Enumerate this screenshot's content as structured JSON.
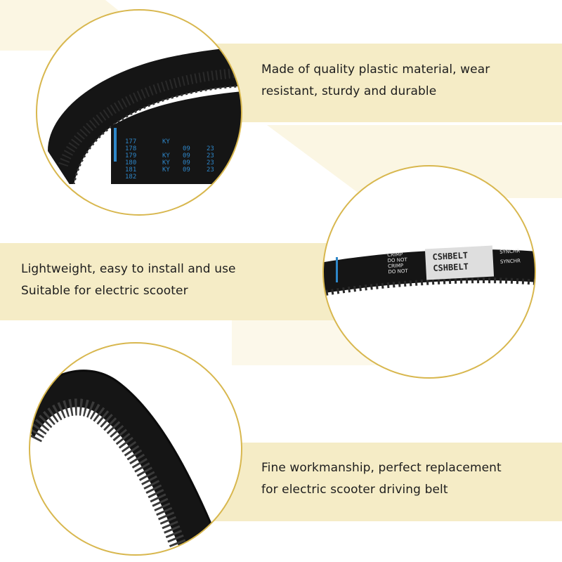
{
  "features": [
    {
      "lines": [
        "Made of quality plastic material, wear",
        "resistant, sturdy and durable"
      ]
    },
    {
      "lines": [
        "Lightweight, easy to install and use",
        "Suitable for electric scooter"
      ]
    },
    {
      "lines": [
        "Fine workmanship, perfect replacement",
        "for electric scooter driving belt"
      ]
    }
  ],
  "belt_print": {
    "numbers": [
      "177",
      "178",
      "179",
      "180",
      "181",
      "182"
    ],
    "code": "KY",
    "batch": "09",
    "suffix": "23",
    "label_brand": "CSHBELT",
    "label_warning": [
      "CRIMP",
      "DO NOT",
      "CRIMP",
      "DO NOT"
    ],
    "label_type": "SYNCHR"
  },
  "colors": {
    "band": "#f5ecc6",
    "circle_border": "#d8b74e",
    "belt": "#151515",
    "belt_print_blue": "#2e86c8"
  }
}
